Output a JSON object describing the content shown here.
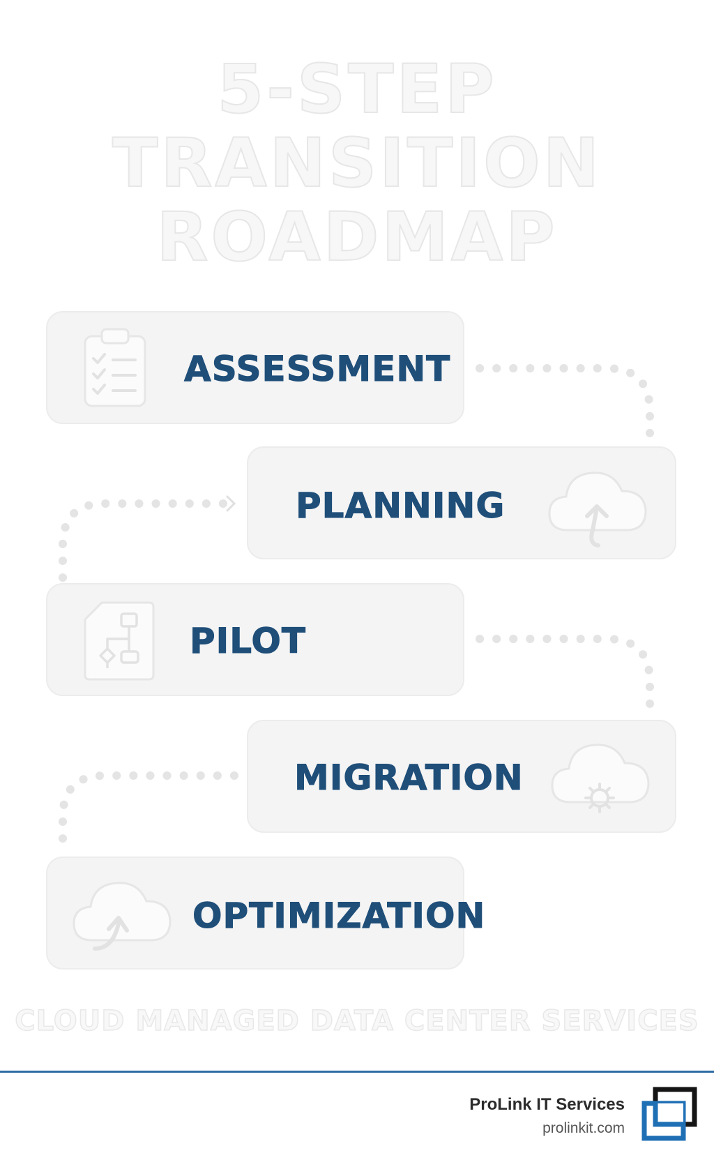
{
  "title": {
    "line1": "5-STEP",
    "line2": "TRANSITION",
    "line3": "ROADMAP"
  },
  "steps": [
    {
      "label": "ASSESSMENT",
      "icon": "clipboard-checklist-icon"
    },
    {
      "label": "PLANNING",
      "icon": "cloud-upload-icon"
    },
    {
      "label": "PILOT",
      "icon": "flowchart-icon"
    },
    {
      "label": "MIGRATION",
      "icon": "cloud-gear-icon"
    },
    {
      "label": "OPTIMIZATION",
      "icon": "cloud-arrow-icon"
    }
  ],
  "subtitle": "CLOUD MANAGED DATA CENTER SERVICES",
  "footer": {
    "brand_name": "ProLink IT Services",
    "brand_url": "prolinkit.com",
    "logo_icon": "prolink-logo-icon"
  },
  "colors": {
    "label_text": "#1f4e79",
    "card_fill": "#f4f4f4",
    "accent_rule": "#2e6ca4"
  }
}
